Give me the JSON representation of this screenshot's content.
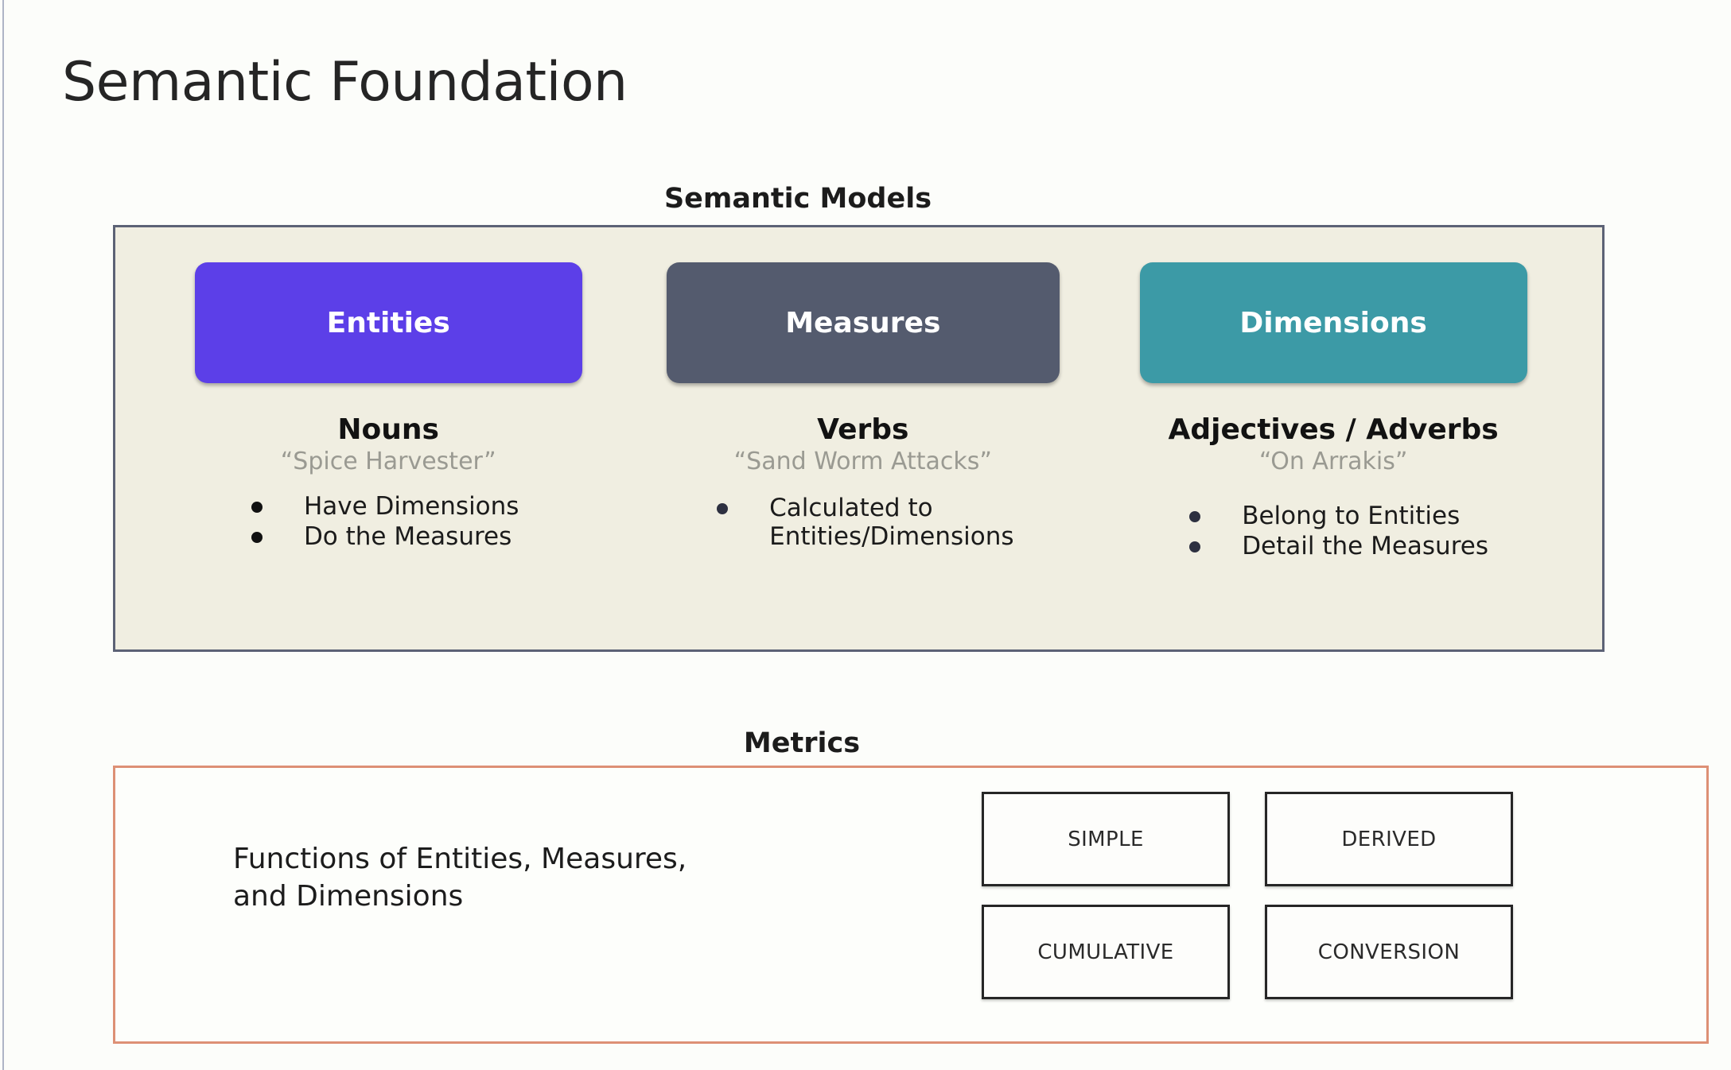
{
  "slide": {
    "title": "Semantic Foundation",
    "background_color": "#fcfdfa"
  },
  "semantic_models": {
    "heading": "Semantic Models",
    "panel_background": "#f0eee1",
    "panel_border_color": "#5c6275",
    "columns": [
      {
        "card_label": "Entities",
        "card_color": "#5c3fe8",
        "part_of_speech": "Nouns",
        "example": "“Spice Harvester”",
        "bullets": [
          "Have Dimensions",
          "Do the Measures"
        ]
      },
      {
        "card_label": "Measures",
        "card_color": "#545b6e",
        "part_of_speech": "Verbs",
        "example": "“Sand Worm Attacks”",
        "bullets": [
          "Calculated to\nEntities/Dimensions"
        ]
      },
      {
        "card_label": "Dimensions",
        "card_color": "#3c9aa6",
        "part_of_speech": "Adjectives / Adverbs",
        "example": "“On Arrakis”",
        "bullets": [
          "Belong to Entities",
          "Detail the Measures"
        ]
      }
    ]
  },
  "metrics": {
    "heading": "Metrics",
    "panel_border_color": "#dd9075",
    "description": "Functions of Entities, Measures,\nand Dimensions",
    "types": [
      "SIMPLE",
      "DERIVED",
      "CUMULATIVE",
      "CONVERSION"
    ]
  }
}
